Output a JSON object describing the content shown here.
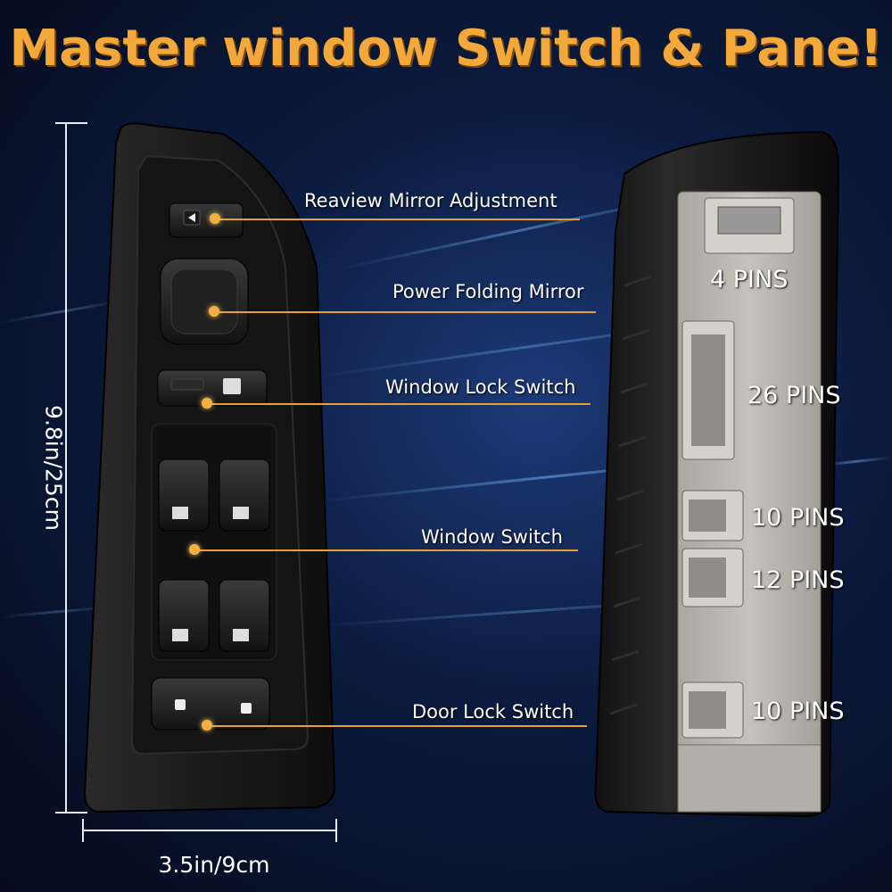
{
  "title": "Master window Switch & Pane!",
  "colors": {
    "title": "#f2a83a",
    "leader": "#e9a030",
    "background": "#0b1a3d",
    "connector": "#b8b6ae"
  },
  "callouts": [
    {
      "label": "Reaview Mirror Adjustment"
    },
    {
      "label": "Power Folding Mirror"
    },
    {
      "label": "Window Lock Switch"
    },
    {
      "label": "Window Switch"
    },
    {
      "label": "Door Lock Switch"
    }
  ],
  "connectors": [
    {
      "label": "4 PINS"
    },
    {
      "label": "26 PINS"
    },
    {
      "label": "10 PINS"
    },
    {
      "label": "12 PINS"
    },
    {
      "label": "10 PINS"
    }
  ],
  "dimensions": {
    "width": "3.5in/9cm",
    "height": "9.8in/25cm"
  },
  "icons": [
    "arrow-left-icon",
    "window-icon",
    "unlock-icon",
    "lock-icon"
  ]
}
